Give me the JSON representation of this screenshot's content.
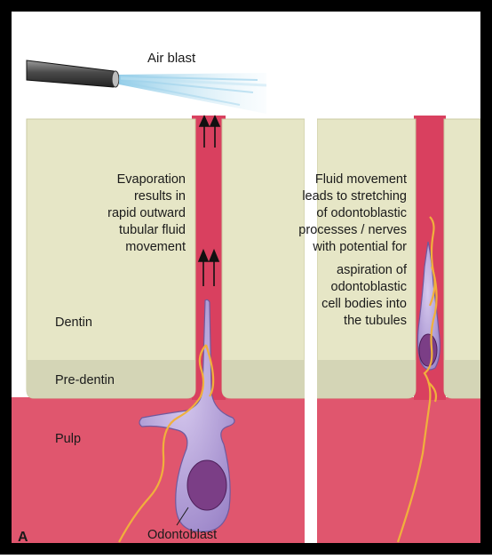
{
  "labels": {
    "air_blast": "Air blast",
    "evaporation": [
      "Evaporation",
      "results in",
      "rapid outward",
      "tubular fluid",
      "movement"
    ],
    "fluid_movement": [
      "Fluid movement",
      "leads to stretching",
      "of odontoblastic",
      "processes / nerves",
      "with potential for",
      "aspiration of",
      "odontoblastic",
      "cell bodies into",
      "the tubules"
    ],
    "dentin": "Dentin",
    "pre_dentin": "Pre-dentin",
    "pulp": "Pulp",
    "odontoblast": "Odontoblast",
    "panel_letter": "A"
  },
  "colors": {
    "dentin": "#e6e6c6",
    "pre_dentin": "#d4d5b6",
    "pulp": "#e0566e",
    "tubule_fluid": "#d9405f",
    "odontoblast": "#b7a4d9",
    "nucleus": "#7b3e86",
    "nerve": "#f0b03c",
    "frame": "#000000"
  },
  "icons": [
    "air-syringe-icon",
    "arrow-up-icon"
  ]
}
